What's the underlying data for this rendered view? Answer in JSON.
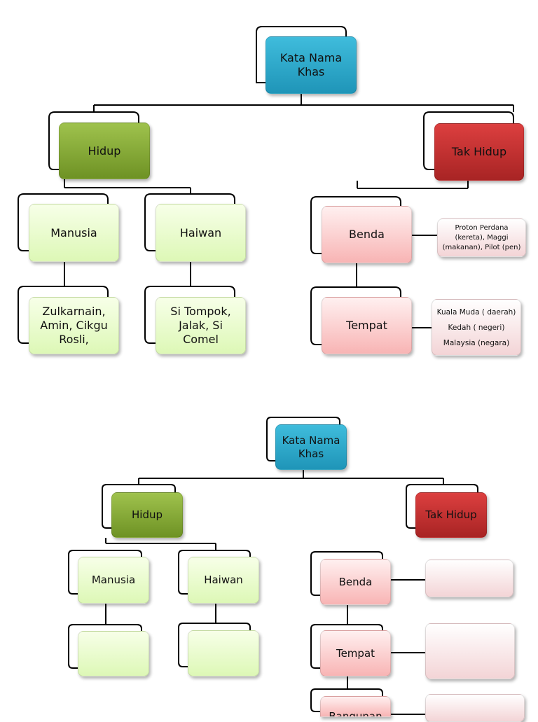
{
  "colors": {
    "root": "#2aa7cc",
    "living": "#84a83a",
    "nonliving": "#c23131",
    "living_child": "#e8fbcf",
    "nonliving_child": "#fbd0d0",
    "example_box": "#f8e2e3",
    "connector": "#000000"
  },
  "diagram_top": {
    "root": "Kata Nama\nKhas",
    "hidup": "Hidup",
    "tak_hidup": "Tak Hidup",
    "manusia": "Manusia",
    "haiwan": "Haiwan",
    "benda": "Benda",
    "tempat": "Tempat",
    "manusia_examples": "Zulkarnain,\nAmin, Cikgu\nRosli,",
    "haiwan_examples": "Si Tompok,\nJalak, Si\nComel",
    "benda_examples": "Proton Perdana\n(kereta), Maggi\n(makanan), Pilot (pen)",
    "tempat_examples": "Kuala Muda ( daerah)\nKedah ( negeri)\nMalaysia (negara)"
  },
  "diagram_bottom": {
    "root": "Kata Nama\nKhas",
    "hidup": "Hidup",
    "tak_hidup": "Tak Hidup",
    "manusia": "Manusia",
    "haiwan": "Haiwan",
    "benda": "Benda",
    "tempat": "Tempat",
    "bangunan": "Bangunan"
  }
}
